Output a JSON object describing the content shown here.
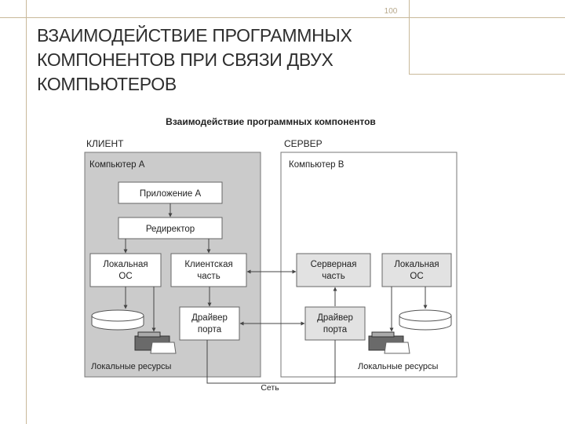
{
  "slide": {
    "number": "100",
    "title_lines": [
      "ВЗАИМОДЕЙСТВИЕ ПРОГРАММНЫХ",
      "КОМПОНЕНТОВ ПРИ СВЯЗИ ДВУХ",
      "КОМПЬЮТЕРОВ"
    ]
  },
  "diagram": {
    "title": "Взаимодействие программных компонентов",
    "client": {
      "label": "КЛИЕНТ",
      "computer": "Компьютер А",
      "application": "Приложение А",
      "redirector": "Редиректор",
      "local_os": [
        "Локальная",
        "ОС"
      ],
      "client_part": [
        "Клиентская",
        "часть"
      ],
      "port_driver": [
        "Драйвер",
        "порта"
      ],
      "local_resources": "Локальные ресурсы"
    },
    "server": {
      "label": "СЕРВЕР",
      "computer": "Компьютер В",
      "server_part": [
        "Серверная",
        "часть"
      ],
      "local_os": [
        "Локальная",
        "ОС"
      ],
      "port_driver": [
        "Драйвер",
        "порта"
      ],
      "local_resources": "Локальные ресурсы"
    },
    "network": "Сеть"
  },
  "colors": {
    "frame": "#c9b99a",
    "client_fill": "#cbcbcb",
    "box_fill": "#ffffff",
    "server_box_fill": "#e2e2e2",
    "stroke": "#555555"
  }
}
